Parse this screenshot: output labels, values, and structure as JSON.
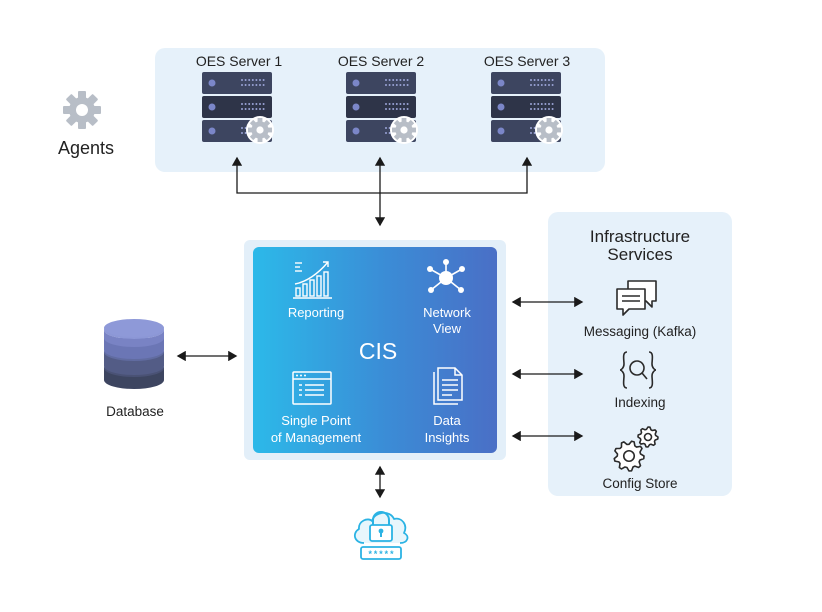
{
  "agents": {
    "label": "Agents",
    "icon": "gear-icon"
  },
  "servers": [
    {
      "label": "OES Server 1",
      "icon": "server-icon"
    },
    {
      "label": "OES Server 2",
      "icon": "server-icon"
    },
    {
      "label": "OES Server 3",
      "icon": "server-icon"
    }
  ],
  "cis": {
    "title": "CIS",
    "reporting": "Reporting",
    "network_view_line1": "Network",
    "network_view_line2": "View",
    "spm_line1": "Single Point",
    "spm_line2": "of Management",
    "data_insights_line1": "Data",
    "data_insights_line2": "Insights"
  },
  "database": {
    "label": "Database",
    "icon": "database-icon"
  },
  "infrastructure": {
    "title_line1": "Infrastructure",
    "title_line2": "Services",
    "messaging": "Messaging (Kafka)",
    "indexing": "Indexing",
    "config_store": "Config Store"
  },
  "security": {
    "icon": "cloud-lock-icon"
  },
  "colors": {
    "panel_bg": "#e6f1fa",
    "cis_gradient_start": "#2cb9e9",
    "cis_gradient_end": "#4a6fc6",
    "server_dark": "#3d4560",
    "server_accent": "#7b86c8",
    "database_top": "#7c87c9",
    "database_bottom": "#3d4560"
  }
}
